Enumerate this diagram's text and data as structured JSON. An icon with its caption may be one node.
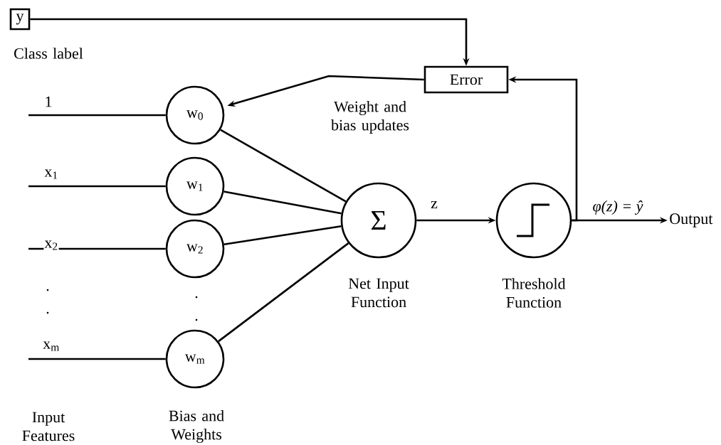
{
  "diagram": {
    "nodes": [
      {
        "text": [
          "y"
        ],
        "beside": [
          "Class label"
        ]
      },
      {
        "text": [
          "Error"
        ]
      },
      {
        "text": [
          "w$_{0}$"
        ]
      },
      {
        "text": [
          "w$_{1}$"
        ]
      },
      {
        "text": [
          "w$_{2}$"
        ]
      },
      {
        "text": [
          "w$_{m}$"
        ]
      },
      {
        "text": [
          "Σ"
        ],
        "beside": [
          "Net Input Function"
        ]
      },
      {
        "text": [],
        "shape": "circle",
        "beside": [
          "Threshold Function"
        ]
      },
      {
        "text": [
          "Output"
        ]
      }
    ],
    "edges": [
      {
        "from": null,
        "to": 2,
        "arrow": "none",
        "label": "1"
      },
      {
        "from": null,
        "to": 3,
        "arrow": "none",
        "label": "x$_{1}$"
      },
      {
        "from": null,
        "to": 4,
        "arrow": "none",
        "label": "x$_{2}$"
      },
      {
        "from": null,
        "to": 5,
        "arrow": "none",
        "label": "x$_{m}$"
      },
      {
        "from": 2,
        "to": 6,
        "arrow": "none"
      },
      {
        "from": 3,
        "to": 6,
        "arrow": "none"
      },
      {
        "from": 4,
        "to": 6,
        "arrow": "none"
      },
      {
        "from": 5,
        "to": 6,
        "arrow": "none"
      },
      {
        "from": 6,
        "to": 7,
        "arrow": "to",
        "label": "z"
      },
      {
        "from": 7,
        "to": 8,
        "arrow": "to",
        "label": "φ(z) = ŷ"
      },
      {
        "from": 7,
        "to": 1,
        "arrow": "to"
      },
      {
        "from": 0,
        "to": 1,
        "arrow": "to"
      },
      {
        "from": 1,
        "to": 2,
        "arrow": "to",
        "label": "Weight and bias updates"
      }
    ],
    "labels": [
      ".",
      ".",
      ".",
      ".",
      "Input Features",
      "Bias and Weights"
    ]
  }
}
